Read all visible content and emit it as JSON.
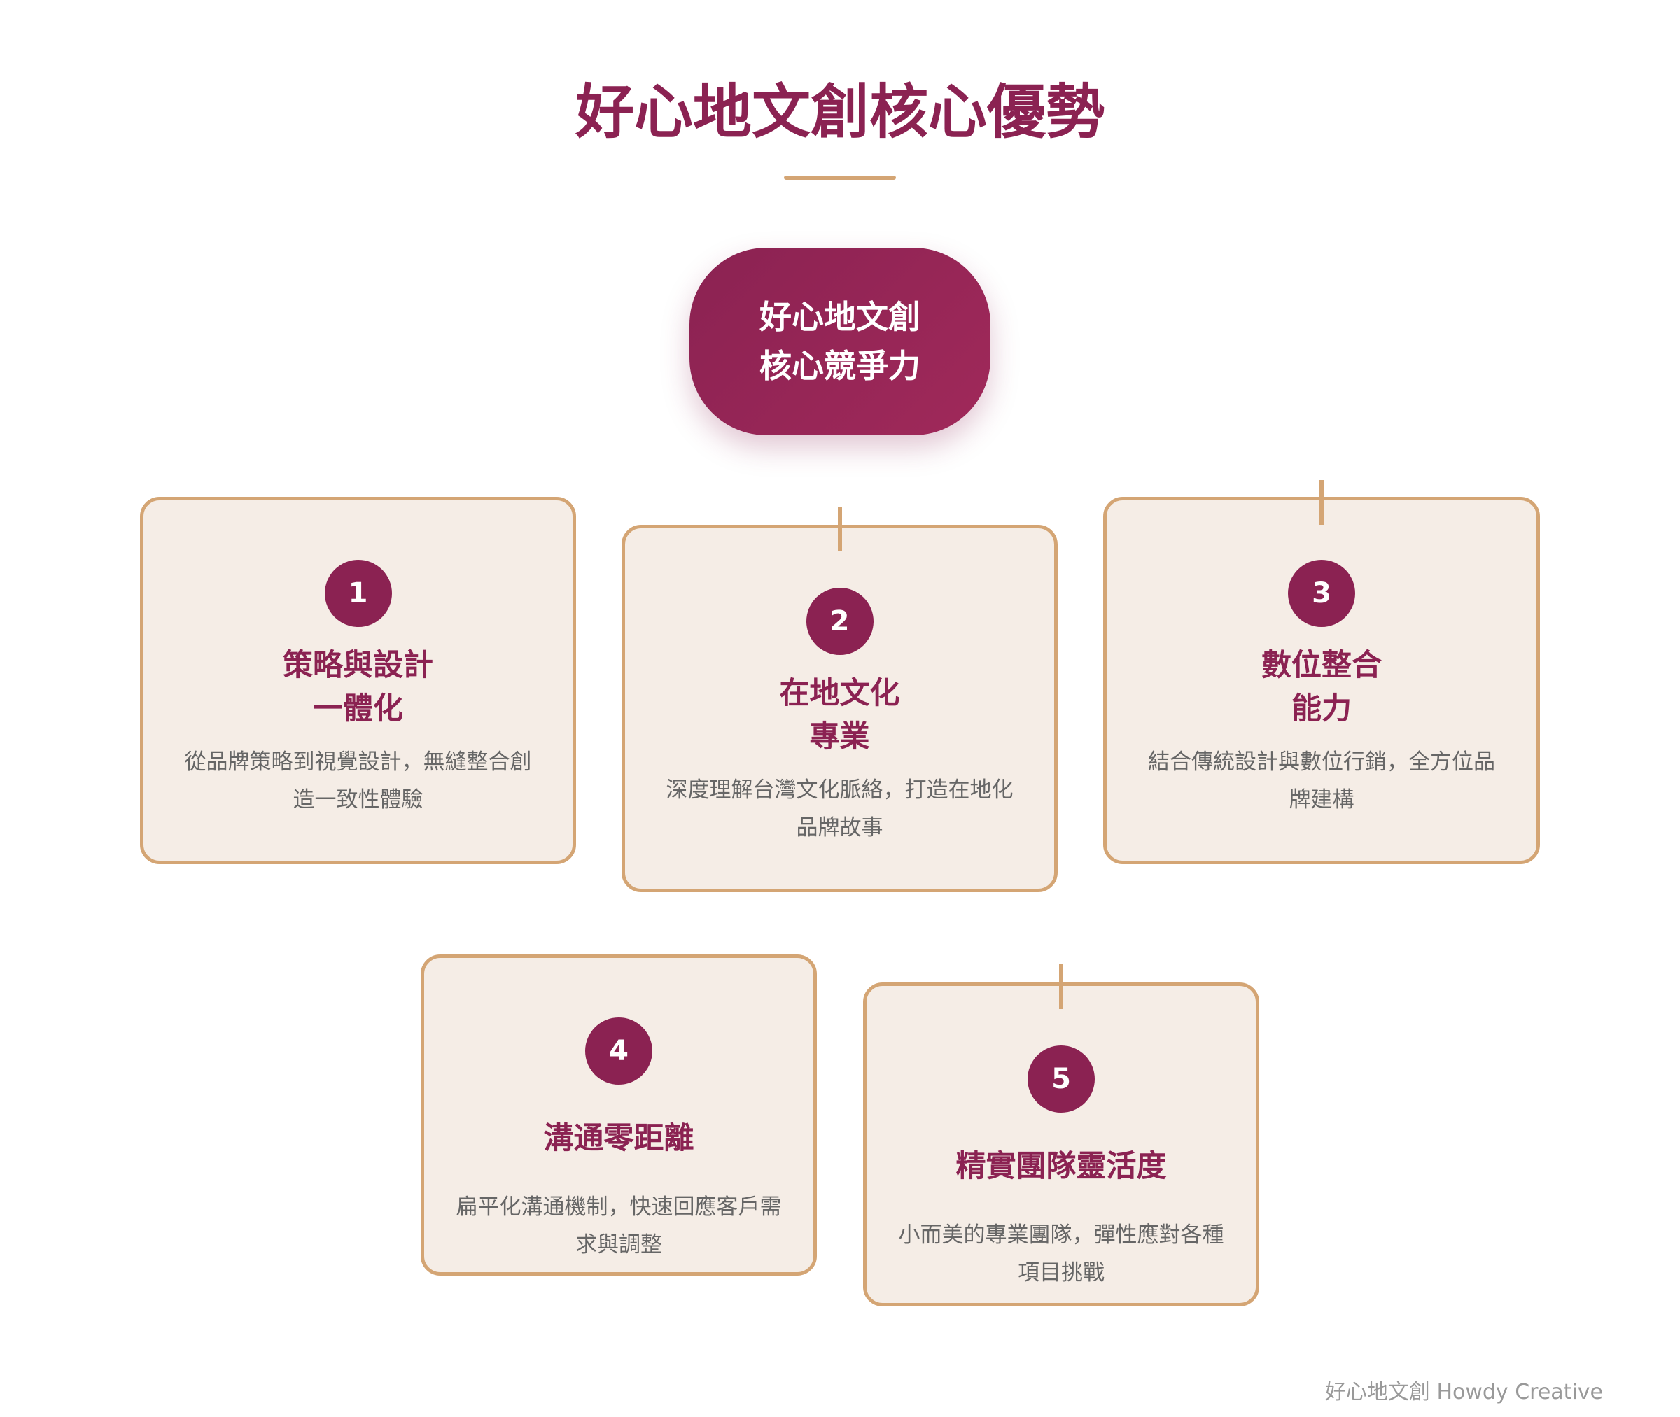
{
  "header": {
    "title": "好心地文創核心優勢"
  },
  "core": {
    "line1": "好心地文創",
    "line2": "核心競爭力"
  },
  "cards": [
    {
      "number": "1",
      "title_line1": "策略與設計",
      "title_line2": "一體化",
      "description": "從品牌策略到視覺設計，無縫整合創造一致性體驗"
    },
    {
      "number": "2",
      "title_line1": "在地文化",
      "title_line2": "專業",
      "description": "深度理解台灣文化脈絡，打造在地化品牌故事"
    },
    {
      "number": "3",
      "title_line1": "數位整合",
      "title_line2": "能力",
      "description": "結合傳統設計與數位行銷，全方位品牌建構"
    },
    {
      "number": "4",
      "title_line1": "溝通零距離",
      "title_line2": "",
      "description": "扁平化溝通機制，快速回應客戶需求與調整"
    },
    {
      "number": "5",
      "title_line1": "精實團隊靈活度",
      "title_line2": "",
      "description": "小而美的專業團隊，彈性應對各種項目挑戰"
    }
  ],
  "footer": {
    "brand": "好心地文創 Howdy Creative"
  },
  "colors": {
    "primary": "#8B2252",
    "accent": "#D4A574",
    "card_bg": "#F5EDE6",
    "text_muted": "#666666"
  }
}
